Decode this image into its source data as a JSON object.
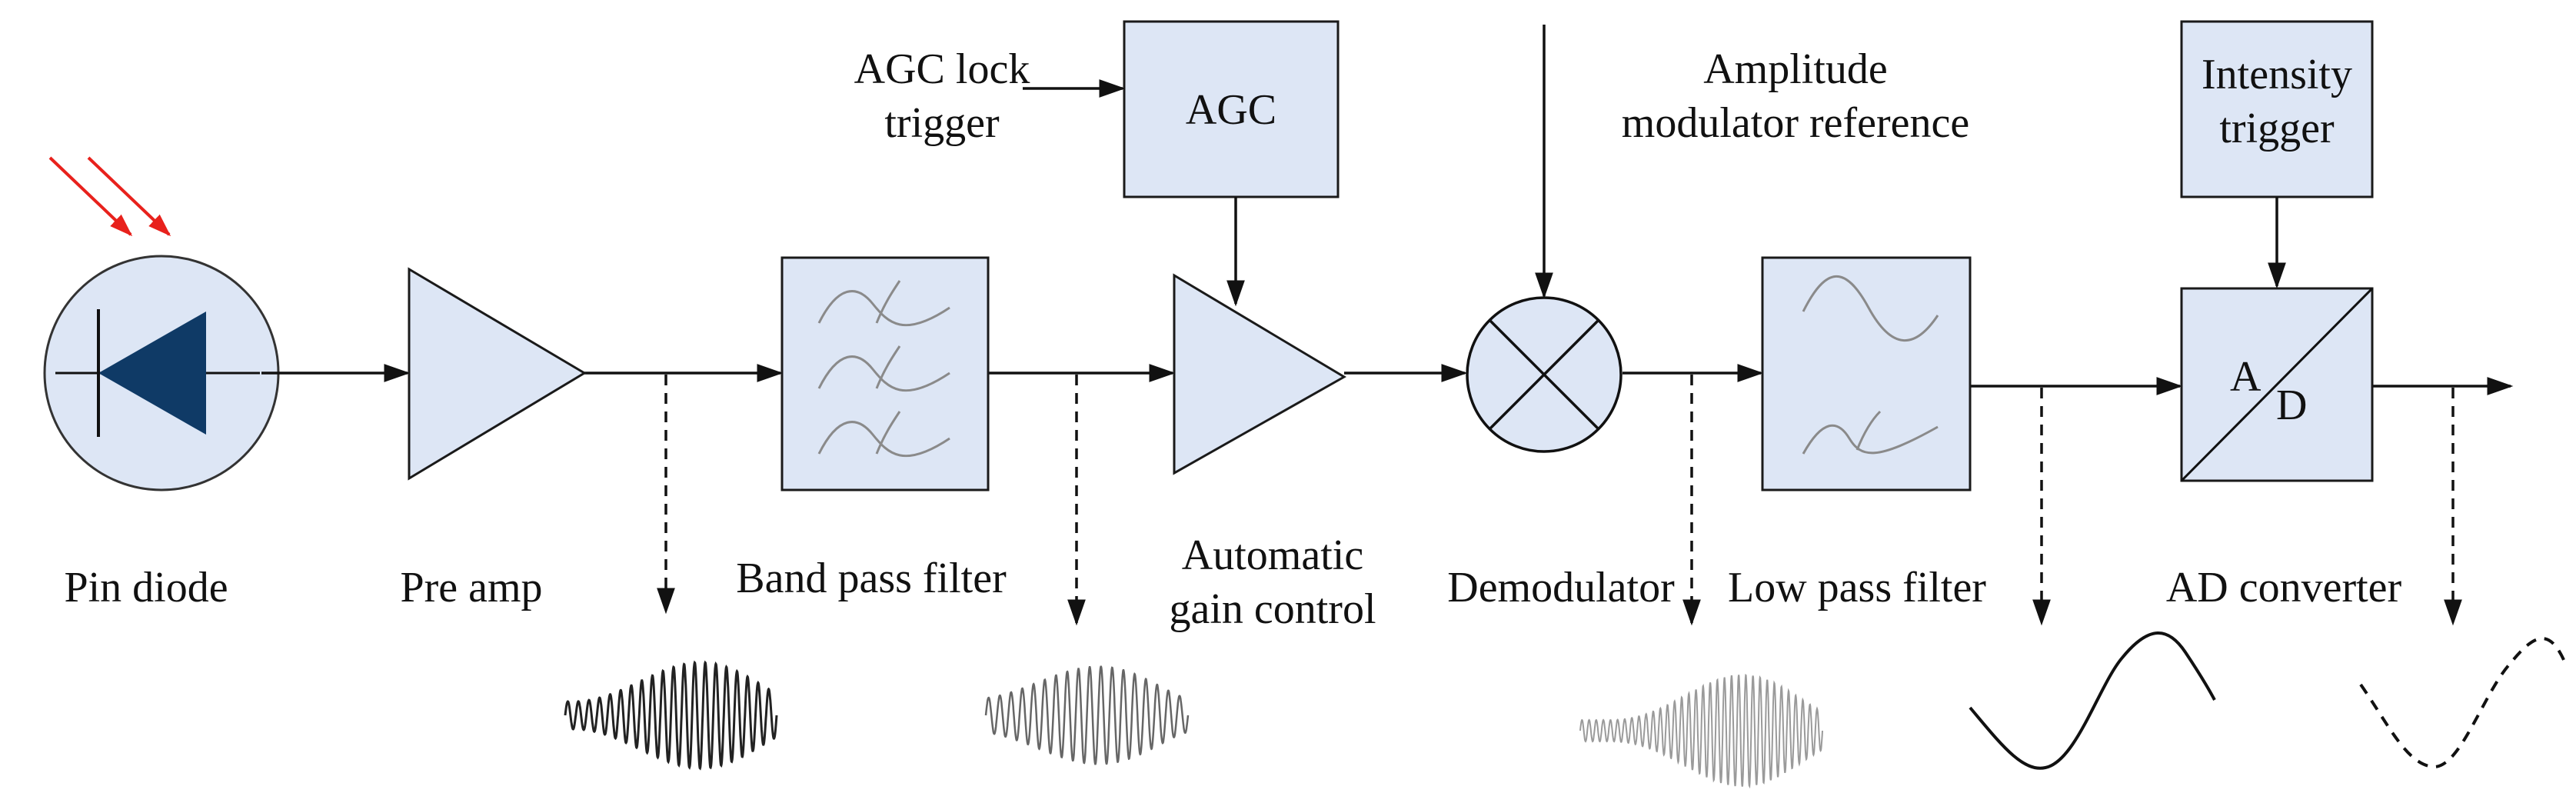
{
  "labels": {
    "pin_diode": "Pin diode",
    "pre_amp": "Pre amp",
    "band_pass_filter": "Band pass filter",
    "automatic_gain_control_1": "Automatic",
    "automatic_gain_control_2": "gain control",
    "demodulator": "Demodulator",
    "low_pass_filter": "Low pass filter",
    "ad_converter": "AD converter",
    "agc_lock_trigger_1": "AGC lock",
    "agc_lock_trigger_2": "trigger",
    "agc": "AGC",
    "amplitude_modulator_reference_1": "Amplitude",
    "amplitude_modulator_reference_2": "modulator reference",
    "intensity_trigger_1": "Intensity",
    "intensity_trigger_2": "trigger",
    "adc_a": "A",
    "adc_d": "D"
  },
  "colors": {
    "box_fill": "#dde6f5",
    "diode_fill": "#0f3a66",
    "light_arrow": "#e8211c",
    "stroke": "#111111"
  }
}
